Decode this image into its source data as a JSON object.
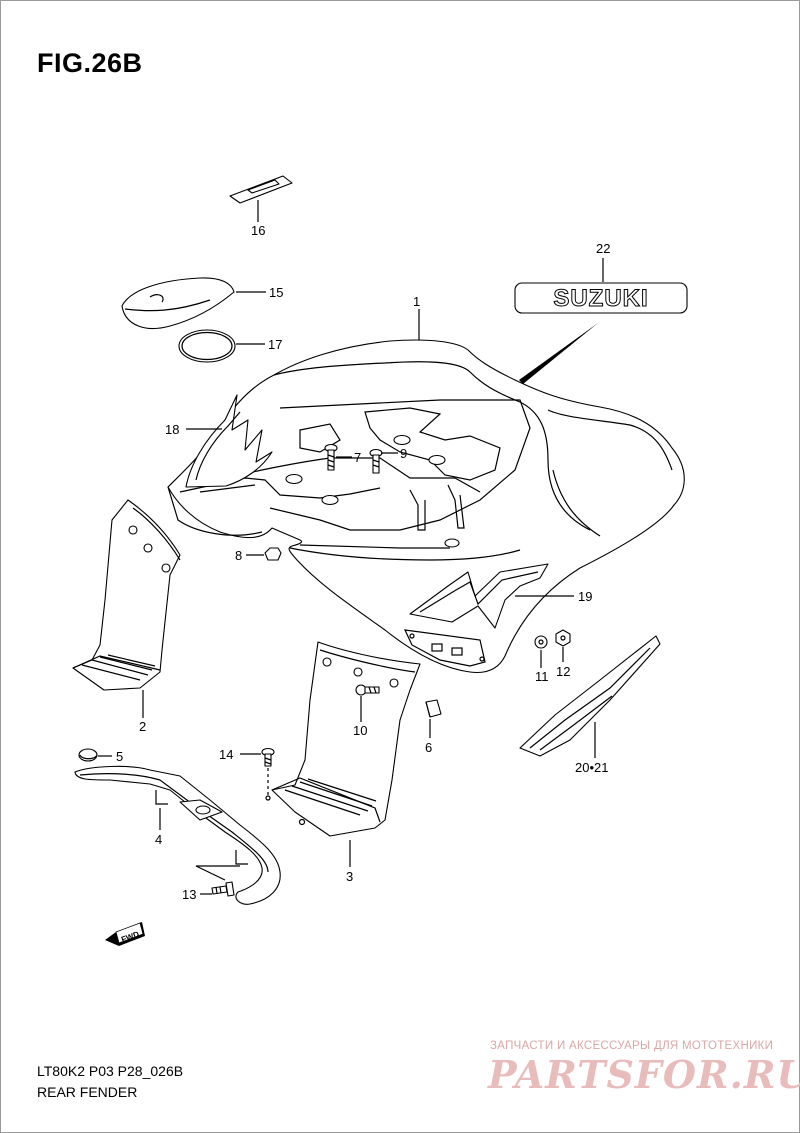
{
  "figure": {
    "title": "FIG.26B",
    "model_code": "LT80K2 P03 P28_026B",
    "caption": "REAR FENDER"
  },
  "fwd_mark": "FWD",
  "brand_emblem": "SUZUKI",
  "callouts": {
    "c1": "1",
    "c2": "2",
    "c3": "3",
    "c4": "4",
    "c5": "5",
    "c6": "6",
    "c7": "7",
    "c8": "8",
    "c9": "9",
    "c10": "10",
    "c11": "11",
    "c12": "12",
    "c13": "13",
    "c14": "14",
    "c15": "15",
    "c16": "16",
    "c17": "17",
    "c18": "18",
    "c19": "19",
    "c2021": "20•21",
    "c22": "22"
  },
  "watermark": {
    "tagline": "ЗАПЧАСТИ И АКСЕССУАРЫ ДЛЯ МОТОТЕХНИКИ",
    "logo": "PARTSFOR.RU"
  }
}
